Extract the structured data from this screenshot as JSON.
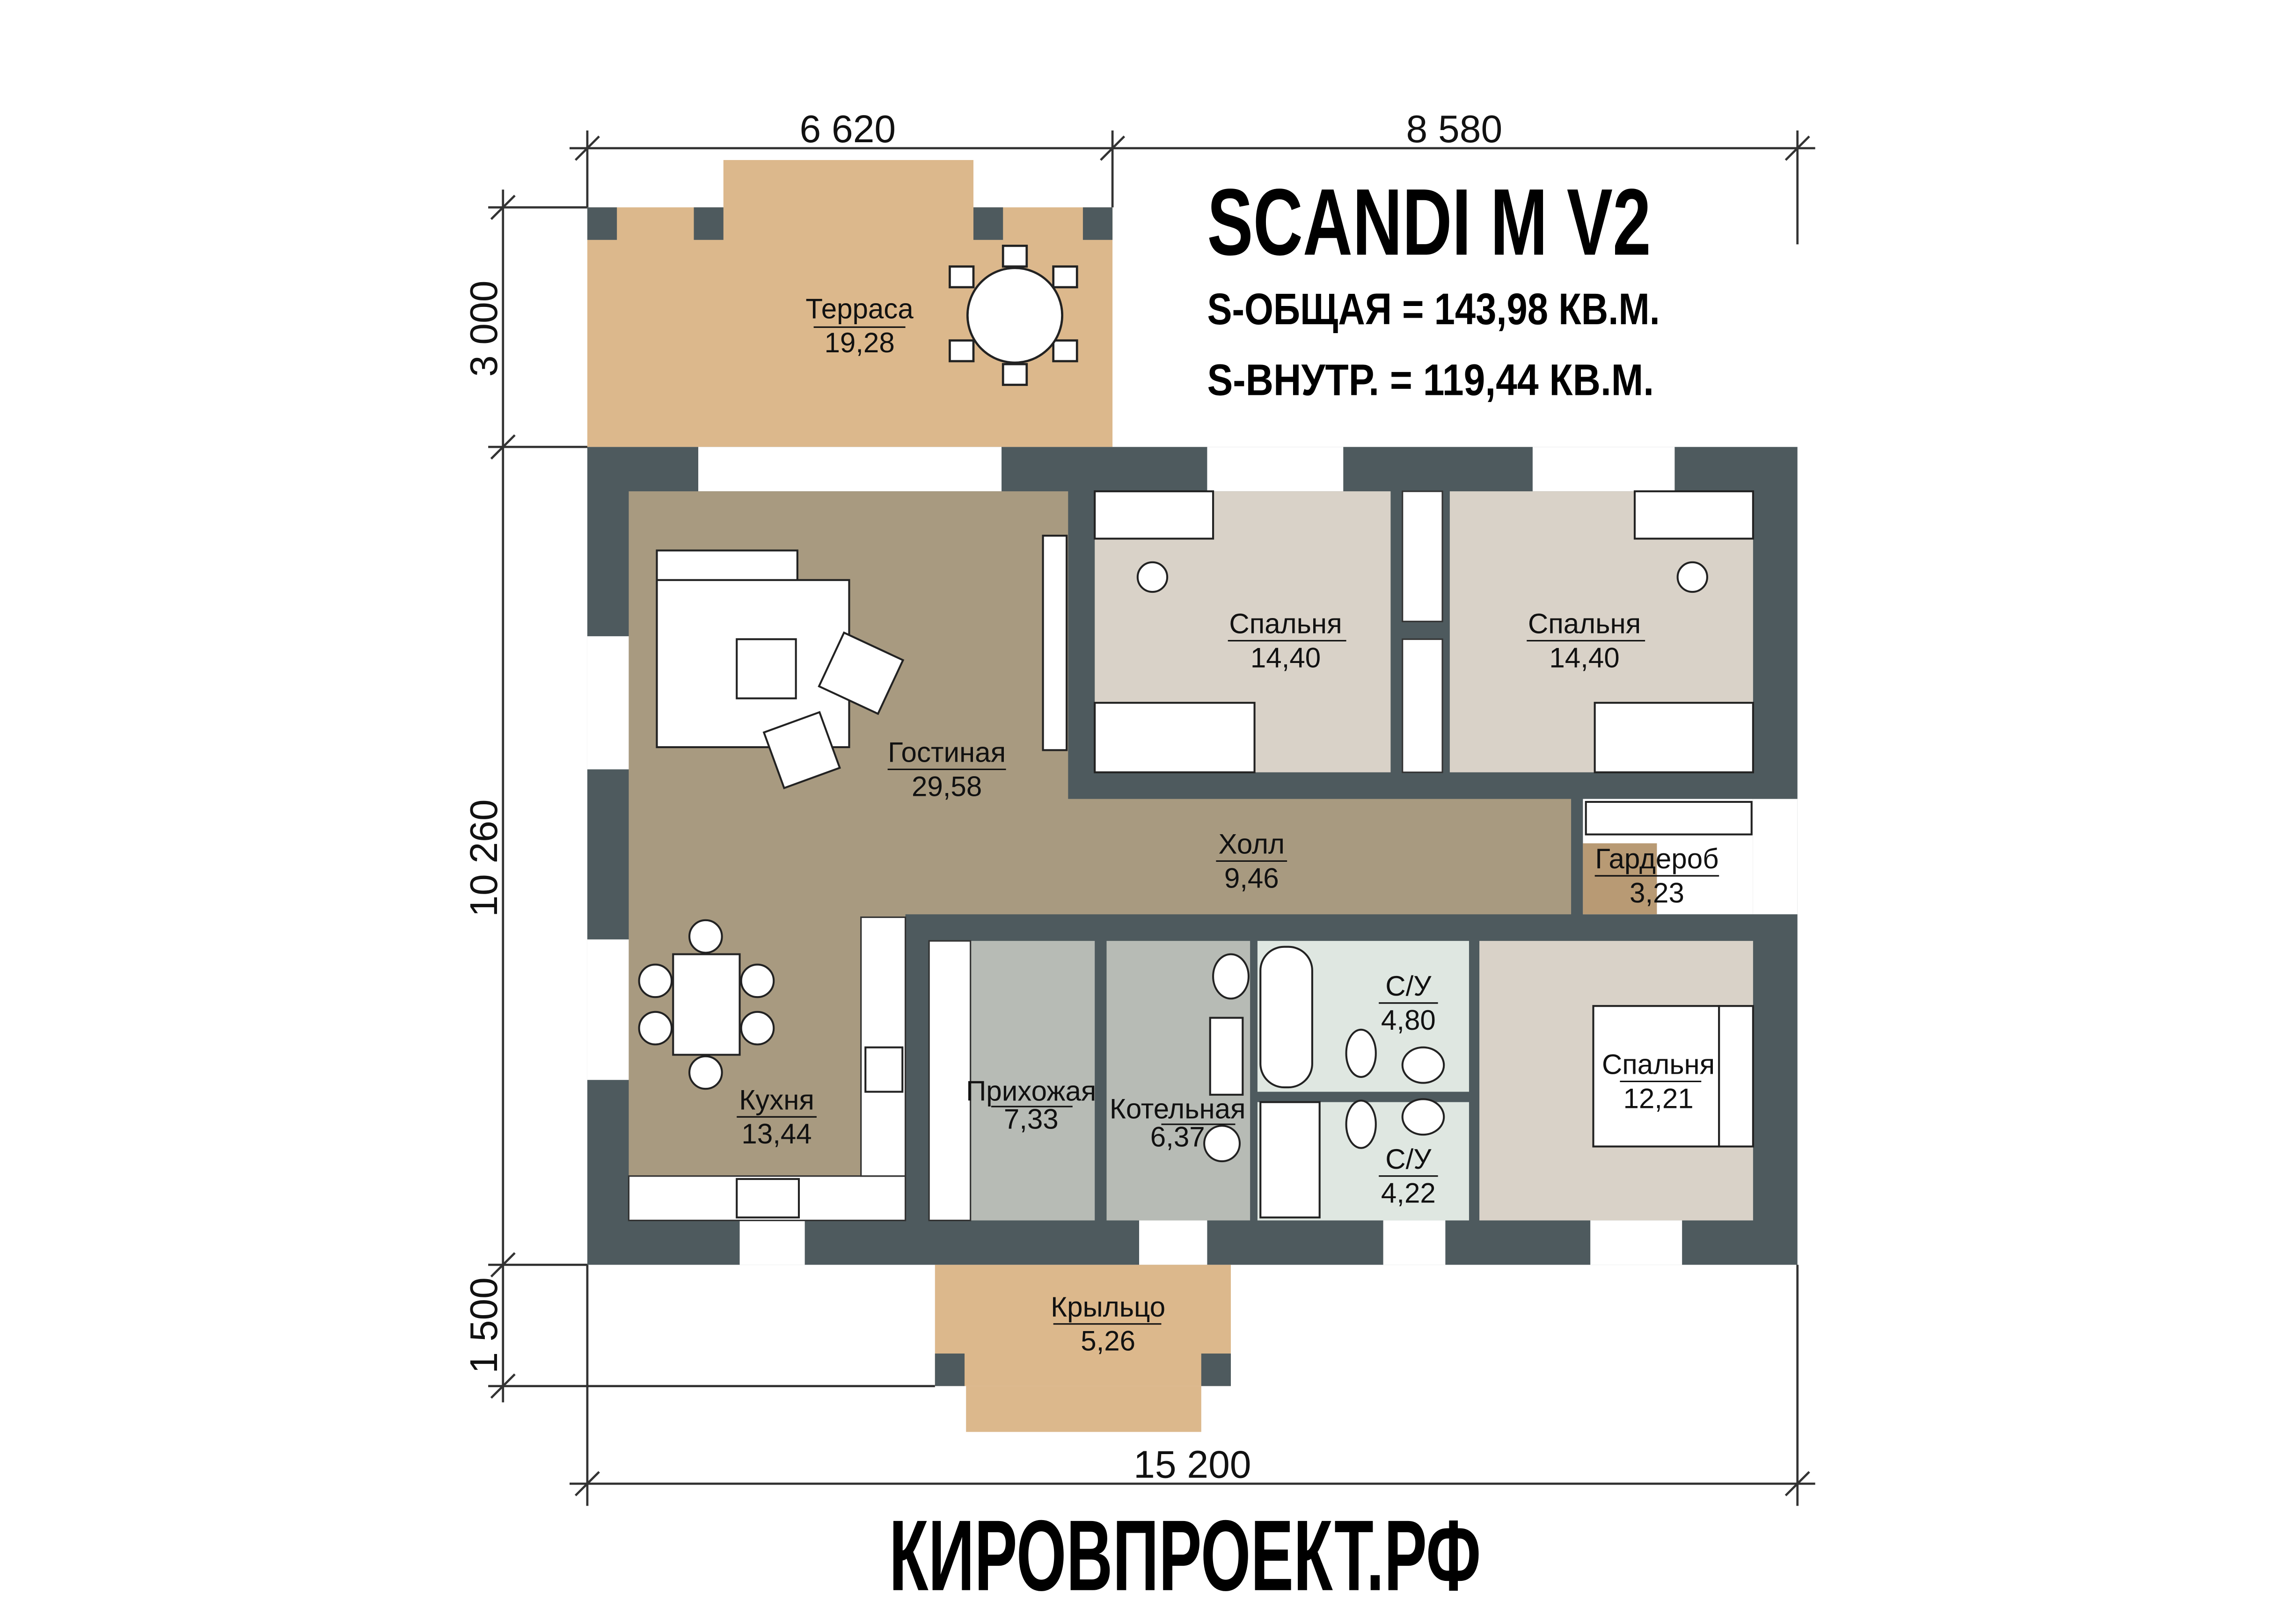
{
  "title": "SCANDI M V2",
  "area_total": "S-ОБЩАЯ = 143,98 КВ.М.",
  "area_inner": "S-ВНУТР. = 119,44 КВ.М.",
  "website": "КИРОВПРОЕКТ.РФ",
  "dimensions": {
    "top_left": "6 620",
    "top_right": "8 580",
    "left_top": "3 000",
    "left_middle": "10 260",
    "left_bottom": "1 500",
    "bottom": "15 200"
  },
  "rooms": [
    {
      "name": "Терраса",
      "area": "19,28"
    },
    {
      "name": "Гостиная",
      "area": "29,58"
    },
    {
      "name": "Спальня",
      "area": "14,40"
    },
    {
      "name": "Спальня",
      "area": "14,40"
    },
    {
      "name": "Холл",
      "area": "9,46"
    },
    {
      "name": "Гардероб",
      "area": "3,23"
    },
    {
      "name": "Кухня",
      "area": "13,44"
    },
    {
      "name": "Прихожая",
      "area": "7,33"
    },
    {
      "name": "Котельная",
      "area": "6,37"
    },
    {
      "name": "С/У",
      "area": "4,80"
    },
    {
      "name": "С/У",
      "area": "4,22"
    },
    {
      "name": "Спальня",
      "area": "12,21"
    },
    {
      "name": "Крыльцо",
      "area": "5,26"
    }
  ],
  "colors": {
    "wall": "#4e5a5e",
    "terrace_wood": "#dcb88c",
    "living_floor": "#a89a80",
    "bedroom_floor": "#d9d2c8",
    "tile_grey": "#b7bbb5",
    "bath_tile": "#dfe7e1",
    "wardrobe": "#b89a74"
  }
}
